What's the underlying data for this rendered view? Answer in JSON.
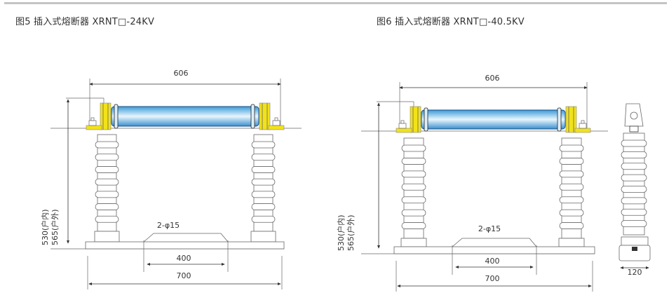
{
  "figures": [
    {
      "caption": "图5 插入式熔断器 XRNT□-24KV",
      "dim_top": "606",
      "holes": "2-φ15",
      "dim_holes": "400",
      "dim_base": "700",
      "height_indoor": "530(户内)",
      "height_outdoor": "565(户外)"
    },
    {
      "caption": "图6 插入式熔断器 XRNT□-40.5KV",
      "dim_top": "606",
      "holes": "2-φ15",
      "dim_holes": "400",
      "dim_base": "700",
      "height_indoor": "530(户内)",
      "height_outdoor": "565(户外)",
      "dim_side": "120"
    }
  ],
  "colors": {
    "tube": "#5fb6e6",
    "bracket": "#f2e21a",
    "line": "#666666"
  }
}
